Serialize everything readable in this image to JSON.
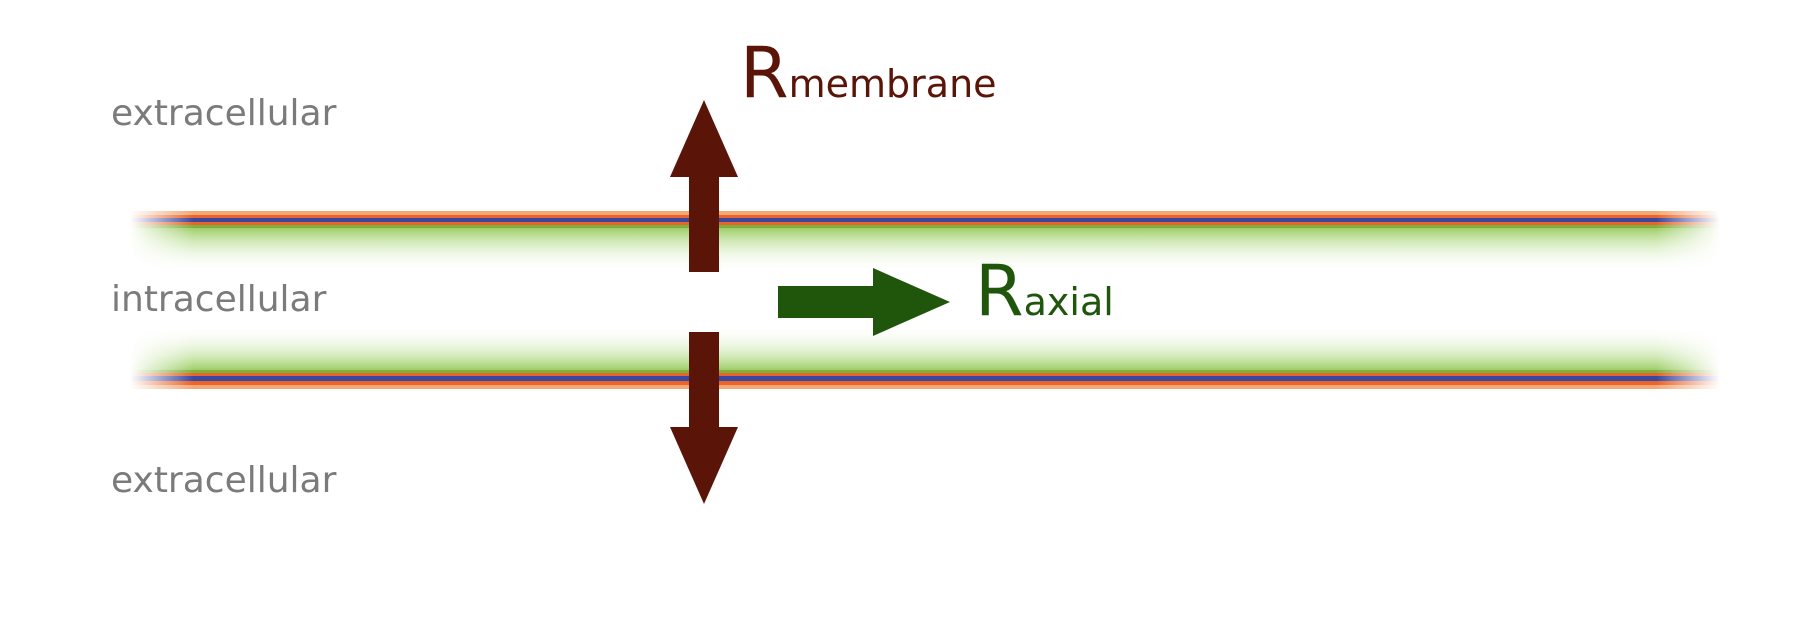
{
  "regions": {
    "extracellular_top": "extracellular",
    "intracellular": "intracellular",
    "extracellular_bottom": "extracellular"
  },
  "membrane_resistance": {
    "symbol": "R",
    "subscript": "membrane",
    "color": "#5b1508"
  },
  "axial_resistance": {
    "symbol": "R",
    "subscript": "axial",
    "color": "#1f560b"
  },
  "colors": {
    "membrane_orange": "#e8642a",
    "membrane_blue": "#3a47a0",
    "cytoplasm_green": "#9ccc65",
    "region_label": "#7b7b7b"
  }
}
